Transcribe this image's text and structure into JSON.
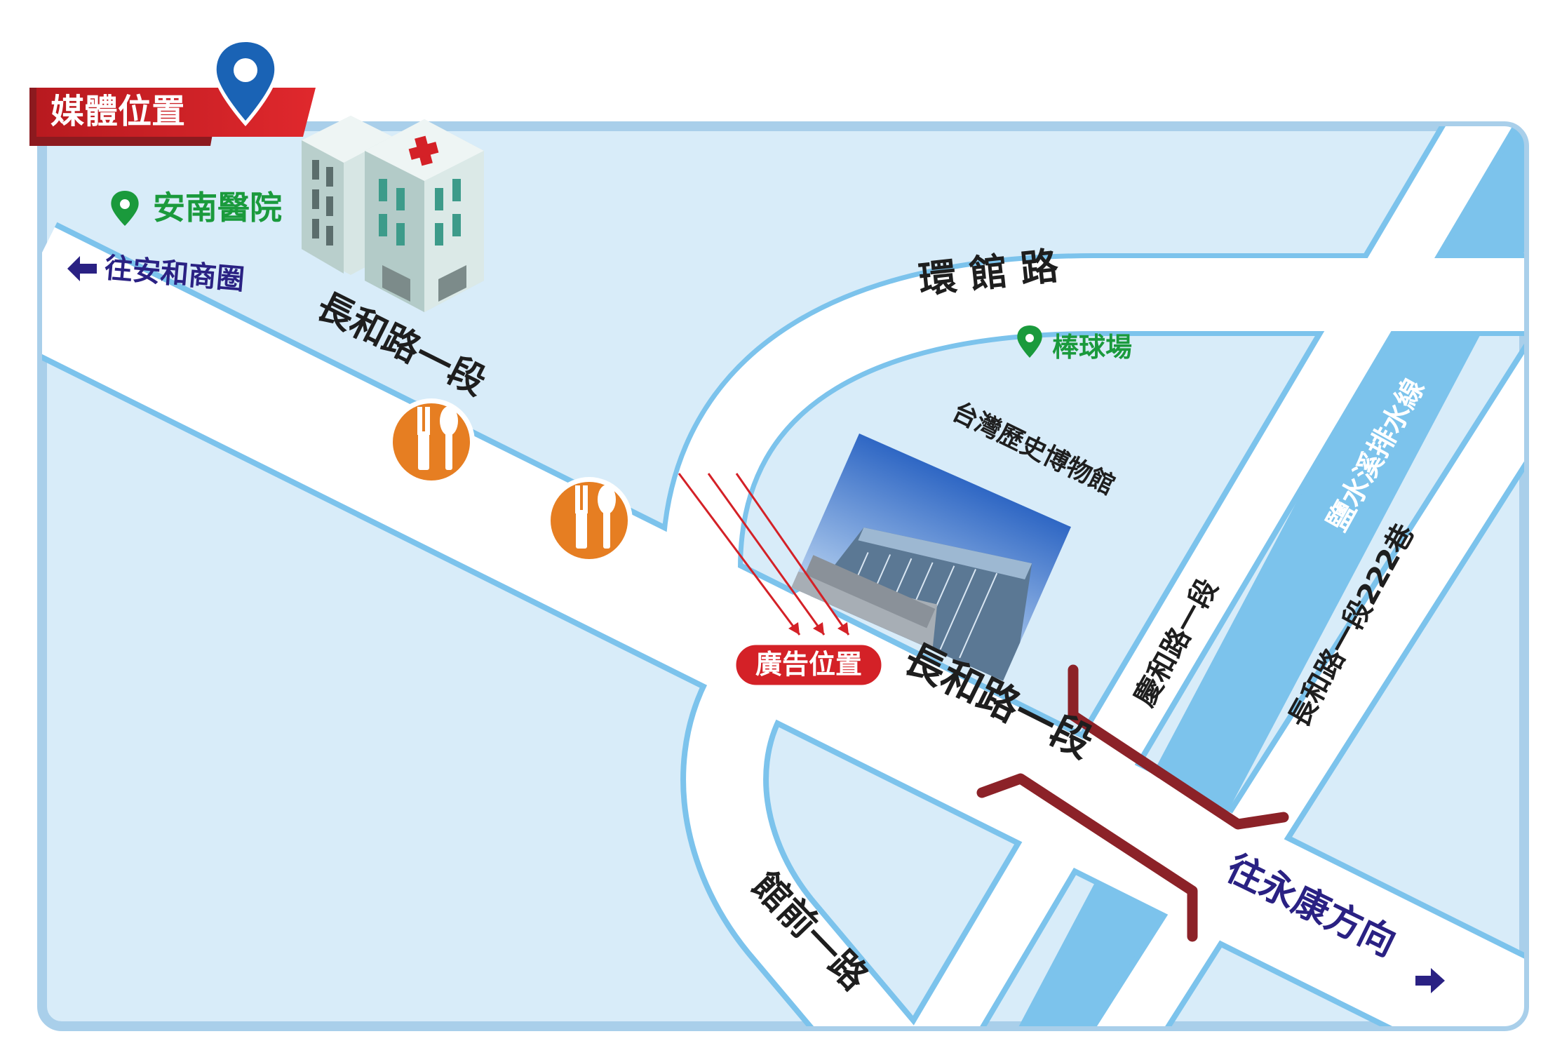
{
  "header": {
    "label": "媒體位置"
  },
  "pois": {
    "hospital": "安南醫院",
    "baseball": "棒球場",
    "museum": "台灣歷史博物館",
    "ad_location": "廣告位置"
  },
  "roads": {
    "changhe_west": "長和路一段",
    "changhe_east": "長和路一段",
    "huanguan": "環 館 路",
    "guanqian": "館前一路",
    "qinghe": "慶和路一段",
    "lane222": "長和路一段222巷",
    "canal": "鹽水溪排水線"
  },
  "directions": {
    "to_anhe": "往安和商圈",
    "to_yongkang": "往永康方向"
  },
  "icons": [
    "location-pin-icon",
    "hospital-building-icon",
    "restaurant-icon",
    "arrow-left-icon",
    "arrow-right-icon",
    "museum-photo"
  ],
  "colors": {
    "land": "#d8ecf9",
    "road": "#ffffff",
    "canal": "#7cc3ec",
    "poi_green": "#1a9a3c",
    "direction_navy": "#2a2183",
    "accent_red": "#d42127",
    "bracket": "#8c2228",
    "restaurant": "#e67e22"
  }
}
